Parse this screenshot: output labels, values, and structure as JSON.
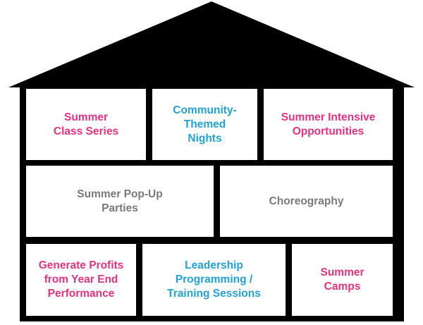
{
  "colors": {
    "outline": "#000000",
    "background": "#ffffff",
    "pink": "#e8317f",
    "blue": "#1fa3d8",
    "gray": "#7a7a7a"
  },
  "rooms": [
    {
      "label": "Summer\nClass Series",
      "color": "pink"
    },
    {
      "label": "Community-\nThemed\nNights",
      "color": "blue"
    },
    {
      "label": "Summer Intensive\nOpportunities",
      "color": "pink"
    },
    {
      "label": "Summer Pop-Up\nParties",
      "color": "gray"
    },
    {
      "label": "Choreography",
      "color": "gray"
    },
    {
      "label": "Generate Profits\nfrom Year End\nPerformance",
      "color": "pink"
    },
    {
      "label": "Leadership\nProgramming /\nTraining Sessions",
      "color": "blue"
    },
    {
      "label": "Summer\nCamps",
      "color": "pink"
    }
  ]
}
